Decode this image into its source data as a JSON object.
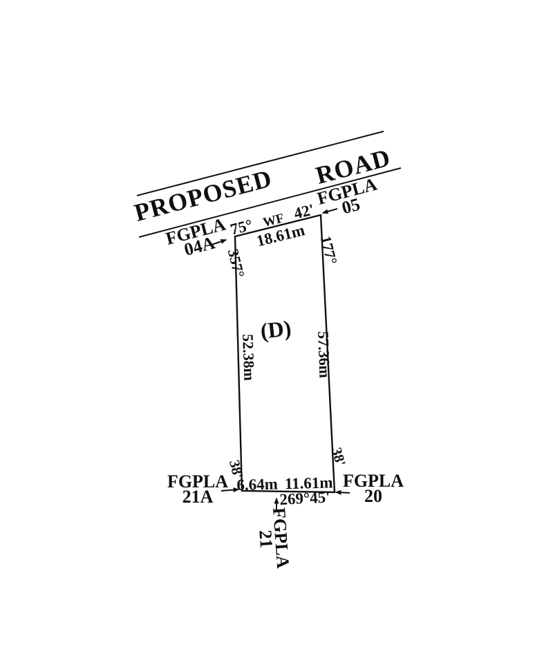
{
  "colors": {
    "ink": "#101010",
    "paper": "#ffffff"
  },
  "road": {
    "word1": "PROPOSED",
    "word2": "ROAD"
  },
  "parcel": {
    "label": "(D)"
  },
  "top_edge": {
    "bearing_deg": "75°",
    "bearing_mid": "WF",
    "bearing_min": "42'",
    "length": "18.61m"
  },
  "left_edge": {
    "angle_top": "357°",
    "length": "52.38m",
    "angle_bottom": "38'"
  },
  "right_edge": {
    "angle_top": "177°",
    "length": "57.36m",
    "angle_bottom": "38'"
  },
  "bottom_edge": {
    "length_left": "6.64m",
    "length_right": "11.61m",
    "bearing": "269°45'"
  },
  "adjacent_lots": {
    "top_left": {
      "line1": "FGPLA",
      "line2": "04A"
    },
    "top_right": {
      "line1": "FGPLA",
      "line2": "05"
    },
    "bottom_left": {
      "line1": "FGPLA",
      "line2": "21A"
    },
    "bottom_right": {
      "line1": "FGPLA",
      "line2": "20"
    },
    "bottom_center": {
      "line1": "FGPLA",
      "line2": "21"
    }
  }
}
